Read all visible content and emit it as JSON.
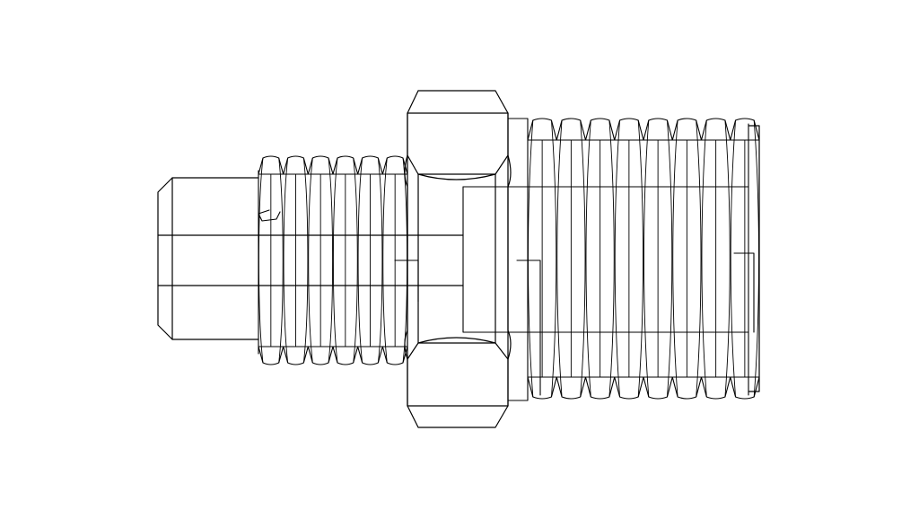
{
  "view": {
    "background": "#ffffff",
    "line_color": "#000000"
  },
  "fitting": {
    "parts": [
      "tube-stub",
      "small-male-thread",
      "hex-nut",
      "large-male-thread"
    ],
    "small_thread_crest_count": 6,
    "large_thread_crest_count": 8
  }
}
